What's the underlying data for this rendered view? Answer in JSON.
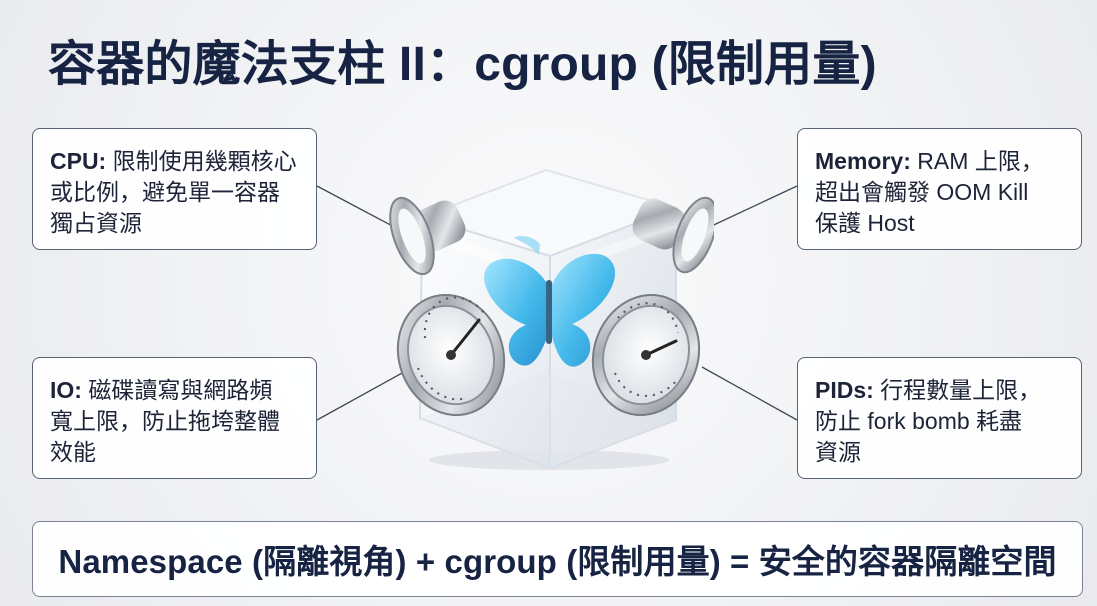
{
  "title": "容器的魔法支柱 II：cgroup (限制用量)",
  "callouts": {
    "cpu": {
      "label": "CPU:",
      "text_line1": " 限制使用幾顆核心",
      "text_line2": "或比例，避免單一容器",
      "text_line3": "獨占資源"
    },
    "memory": {
      "label": "Memory:",
      "text_line1": " RAM 上限，",
      "text_line2": "超出會觸發 OOM Kill",
      "text_line3": "保護 Host"
    },
    "io": {
      "label": "IO:",
      "text_line1": " 磁碟讀寫與網路頻",
      "text_line2": "寬上限，防止拖垮整體",
      "text_line3": "效能"
    },
    "pids": {
      "label": "PIDs:",
      "text_line1": " 行程數量上限，",
      "text_line2": "防止 fork bomb 耗盡",
      "text_line3": "資源"
    }
  },
  "bottom_bar": {
    "text": "Namespace (隔離視角) + cgroup (限制用量) = 安全的容器隔離空間"
  },
  "colors": {
    "title": "#172342",
    "border": "#576272",
    "butterfly": "#3fb3ea",
    "cube": "#e8edf2"
  },
  "icons": {
    "cube": "glass-cube-icon",
    "butterfly": "butterfly-icon",
    "gauge": "pressure-gauge-icon"
  }
}
